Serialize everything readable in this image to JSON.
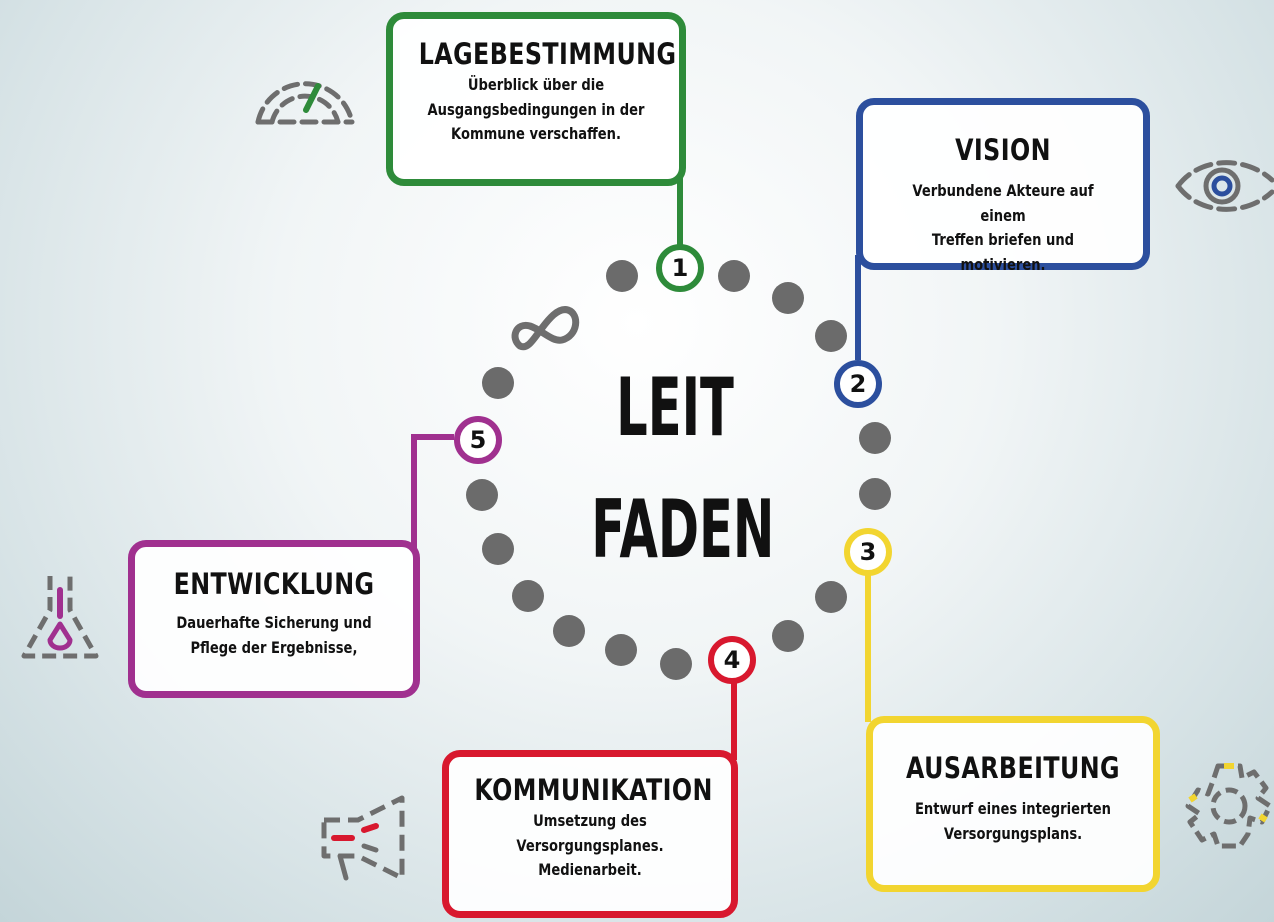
{
  "center": {
    "line1": "LEIT",
    "line2": "FADEN"
  },
  "steps": [
    {
      "number": "1",
      "title": "LAGEBESTIMMUNG",
      "description": "Überblick über die\nAusgangsbedingungen in der\nKommune verschaffen.",
      "color": "#2e8b3a"
    },
    {
      "number": "2",
      "title": "VISION",
      "description": "Verbundene Akteure auf einem\nTreffen briefen und motivieren.",
      "color": "#2c4f9e"
    },
    {
      "number": "3",
      "title": "AUSARBEITUNG",
      "description": "Entwurf eines integrierten\nVersorgungsplans.",
      "color": "#f2d530"
    },
    {
      "number": "4",
      "title": "KOMMUNIKATION",
      "description": "Umsetzung des\nVersorgungsplanes.\nMedienarbeit.",
      "color": "#d8182e"
    },
    {
      "number": "5",
      "title": "ENTWICKLUNG",
      "description": "Dauerhafte Sicherung und\nPflege der Ergebnisse,",
      "color": "#a0308f"
    }
  ],
  "icons": [
    "speedometer-icon",
    "eye-icon",
    "gear-icon",
    "megaphone-icon",
    "flask-icon",
    "infinity-icon"
  ],
  "colors": {
    "dot": "#6b6b6b",
    "icon_gray": "#6e6e6e"
  }
}
